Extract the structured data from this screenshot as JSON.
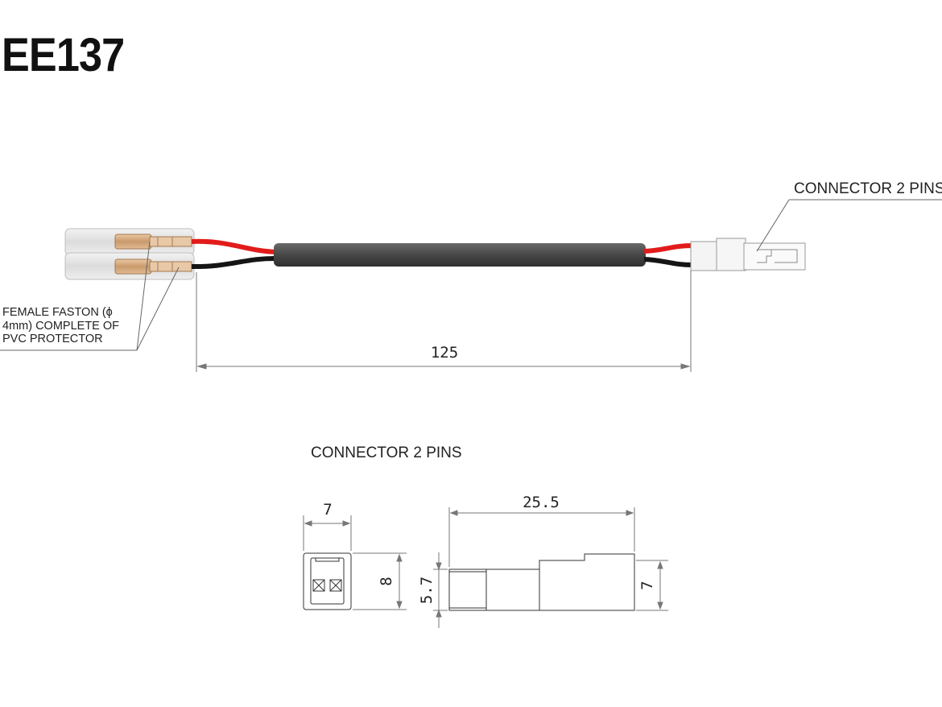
{
  "title": "EE137",
  "labels": {
    "connector_callout": "CONNECTOR 2 PINS",
    "faston_callout": "FEMALE FASTON (ϕ 4mm) COMPLETE OF PVC PROTECTOR",
    "section_title": "CONNECTOR 2 PINS"
  },
  "dimensions": {
    "cable_length": "125",
    "front_width": "7",
    "front_height": "8",
    "side_length": "25.5",
    "side_height_small": "5.7",
    "side_height_large": "7"
  },
  "colors": {
    "wire_red": "#e21b1b",
    "wire_black": "#151515",
    "sheath": "#4a4a4a",
    "faston_brass": "#d9b48a",
    "protector": "#e6e6e6"
  }
}
